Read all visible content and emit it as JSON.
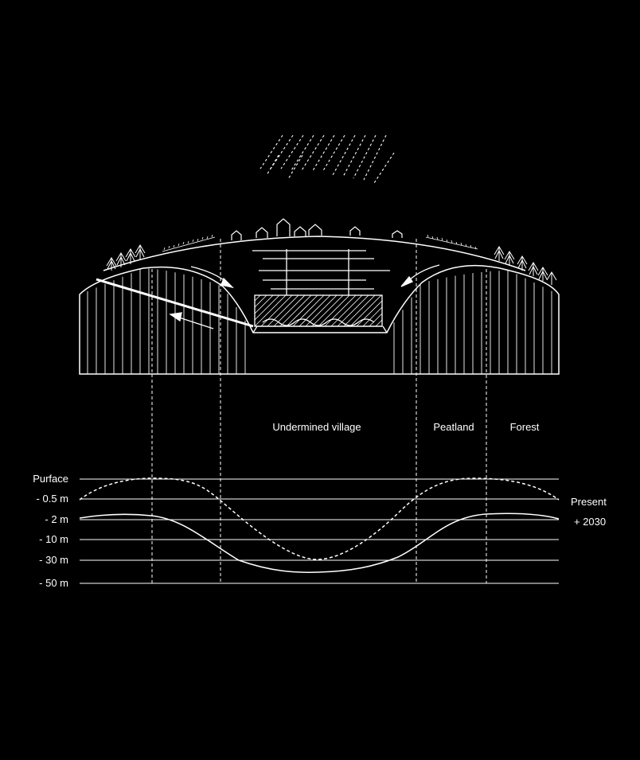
{
  "colors": {
    "background": "#000000",
    "line": "#ffffff"
  },
  "zones": {
    "village": "Undermined village",
    "peatland": "Peatland",
    "forest": "Forest"
  },
  "depth_levels": [
    "Purface",
    "- 0.5 m",
    "- 2 m",
    "- 10 m",
    "- 30 m",
    "- 50 m"
  ],
  "legend": {
    "present": "Present",
    "future": "+ 2030"
  },
  "icons": [
    "rain-icon",
    "house-icon",
    "tree-icon",
    "flow-arrow-icon"
  ]
}
